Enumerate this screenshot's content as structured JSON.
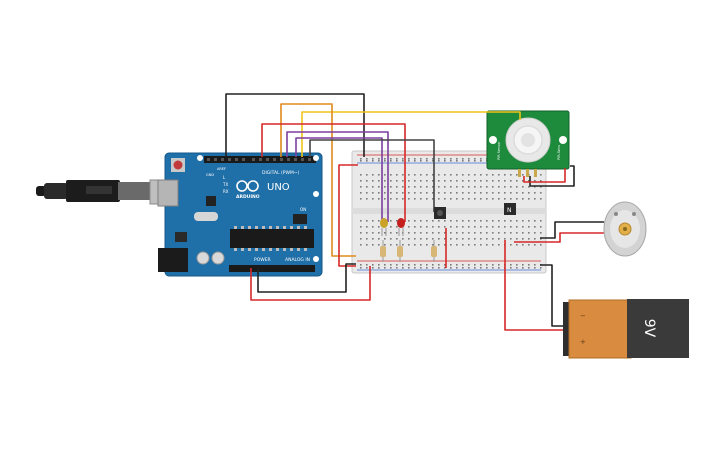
{
  "arduino": {
    "brand_label": "ARDUINO",
    "model_label": "UNO",
    "digital_label": "DIGITAL (PWM~)",
    "power_label": "POWER",
    "analog_label": "ANALOG IN",
    "tx_label": "TX",
    "rx_label": "RX",
    "l_label": "L",
    "on_label": "ON",
    "aref_label": "AREF",
    "gnd_label": "GND"
  },
  "pir": {
    "left_label": "PIR Sensor",
    "right_label": "PIR-Sens"
  },
  "battery": {
    "voltage_label": "9V",
    "minus_label": "−",
    "plus_label": "+"
  },
  "transistor": {
    "label": "N"
  },
  "colors": {
    "board_blue": "#1f6fa8",
    "breadboard": "#e6e6e6",
    "wire_red": "#d62828",
    "wire_black": "#222222",
    "wire_orange": "#e08a1c",
    "wire_yellow": "#f0c419",
    "wire_purple": "#7b3fa0",
    "wire_gray": "#444444",
    "pir_green": "#1e8a3c",
    "battery_orange": "#d98b3f",
    "battery_dark": "#3a3a3a",
    "motor_gray": "#d0d0d0"
  }
}
